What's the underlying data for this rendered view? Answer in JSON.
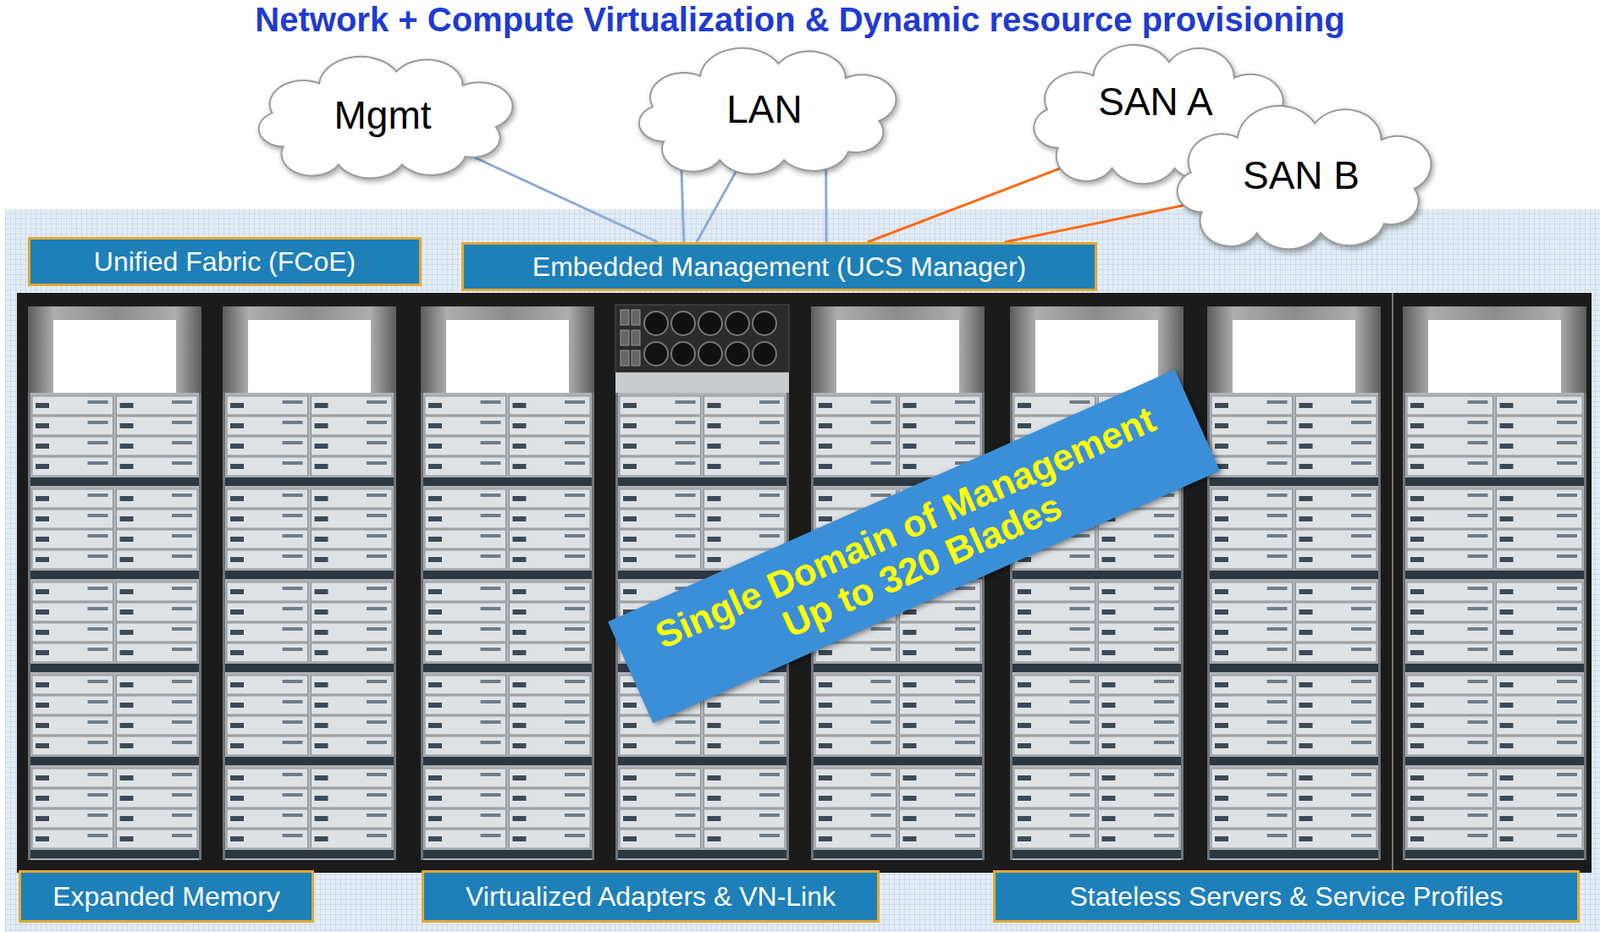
{
  "diagram": {
    "title": "Network + Compute Virtualization & Dynamic resource provisioning",
    "nodes": [
      {
        "text": [
          "Mgmt"
        ]
      },
      {
        "text": [
          "LAN"
        ]
      },
      {
        "text": [
          "SAN A"
        ]
      },
      {
        "text": [
          "SAN B"
        ]
      },
      {
        "text": [
          "Unified Fabric (FCoE)"
        ]
      },
      {
        "text": [
          "Embedded Management (UCS Manager)"
        ]
      },
      {
        "text": [
          "Single Domain of Management",
          "Up to 320 Blades"
        ]
      },
      {
        "text": [
          "Expanded Memory"
        ]
      },
      {
        "text": [
          "Virtualized Adapters & VN-Link"
        ]
      },
      {
        "text": [
          "Stateless Servers & Service Profiles"
        ]
      }
    ],
    "edges": [
      {
        "from": 0,
        "to": 5,
        "arrow": "none"
      },
      {
        "from": 1,
        "to": 5,
        "arrow": "none"
      },
      {
        "from": 1,
        "to": 5,
        "arrow": "none"
      },
      {
        "from": 1,
        "to": 5,
        "arrow": "none"
      },
      {
        "from": 2,
        "to": 5,
        "arrow": "none"
      },
      {
        "from": 3,
        "to": 5,
        "arrow": "none"
      }
    ]
  }
}
